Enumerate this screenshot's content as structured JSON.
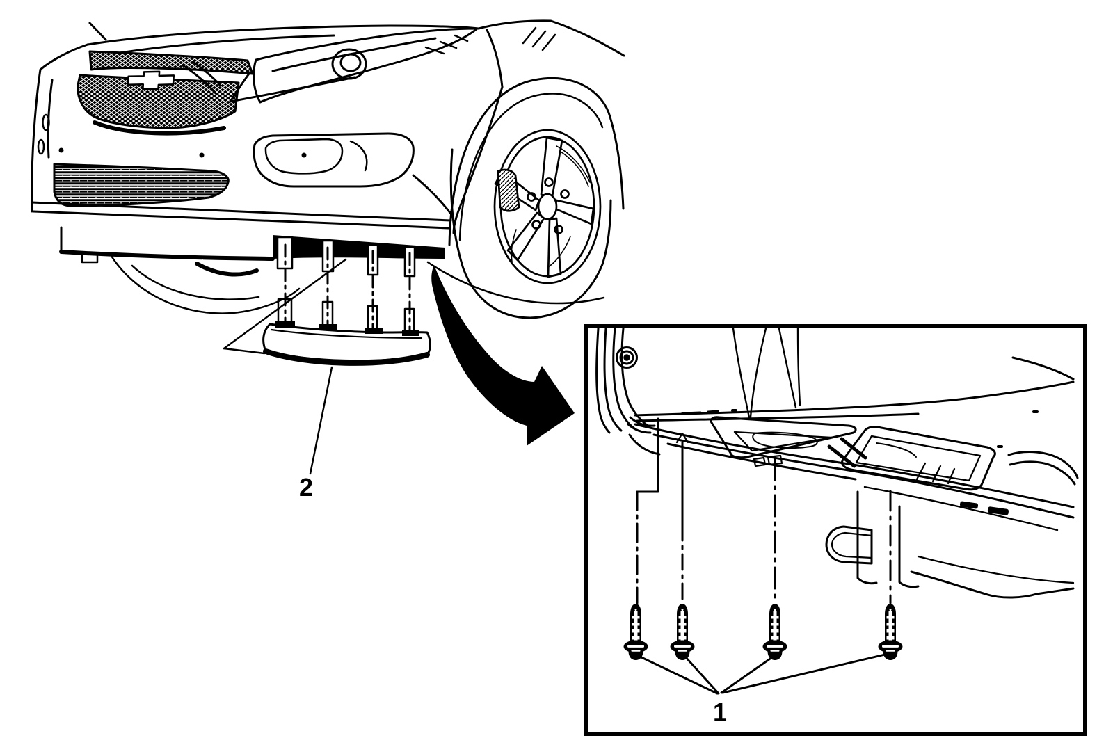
{
  "figure": {
    "kind": "technical-line-illustration",
    "subject": "front-bumper-air-deflector-installation",
    "background_color": "#ffffff",
    "line_color": "#000000"
  },
  "callouts": [
    {
      "label": "1",
      "points_to": "air-deflector-screws"
    },
    {
      "label": "2",
      "points_to": "front-air-deflector"
    }
  ]
}
